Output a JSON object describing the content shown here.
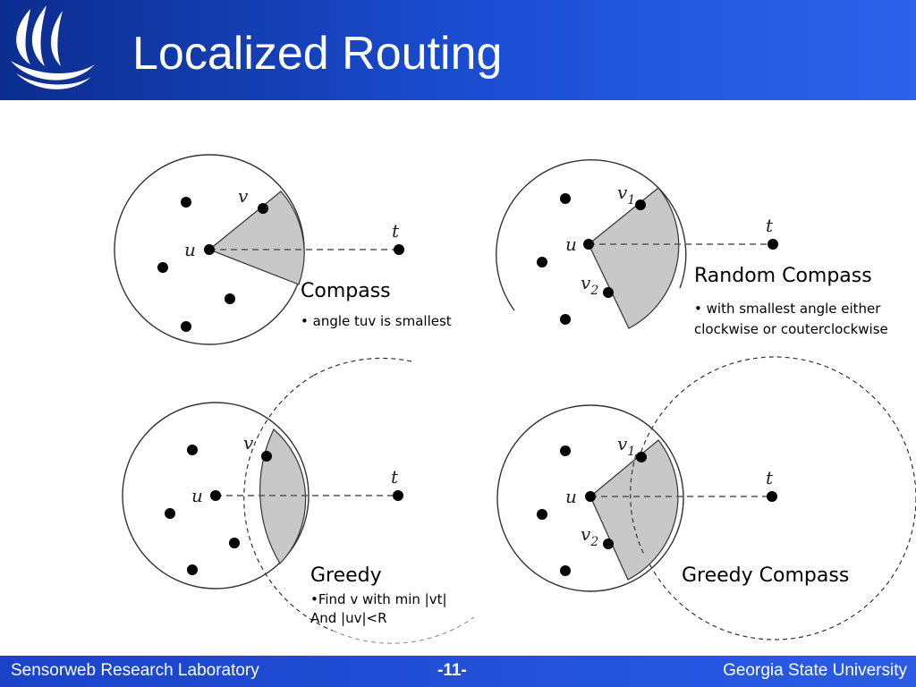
{
  "header": {
    "title": "Localized Routing"
  },
  "footer": {
    "left": "Sensorweb Research Laboratory",
    "page": "-11-",
    "right": "Georgia State University"
  },
  "panels": {
    "compass": {
      "title": "Compass",
      "bullet": "•",
      "note": "angle tuv is smallest",
      "labels": {
        "v": "v",
        "u": "u",
        "t": "t"
      }
    },
    "random_compass": {
      "title": "Random Compass",
      "bullet": "•",
      "note_line1": "with smallest angle either",
      "note_line2": "clockwise or couterclockwise",
      "labels": {
        "v": "v",
        "v_sub1": "1",
        "v_sub2": "2",
        "u": "u",
        "t": "t"
      }
    },
    "greedy": {
      "title": "Greedy",
      "note_line1": "•Find v with min |vt|",
      "note_line2": "And |uv|<R",
      "labels": {
        "v": "v",
        "u": "u",
        "t": "t"
      }
    },
    "greedy_compass": {
      "title": "Greedy Compass",
      "labels": {
        "v": "v",
        "v_sub1": "1",
        "v_sub2": "2",
        "u": "u",
        "t": "t"
      }
    }
  },
  "colors": {
    "header": "#1c4fd6",
    "sector_fill": "#c8c8c8"
  }
}
